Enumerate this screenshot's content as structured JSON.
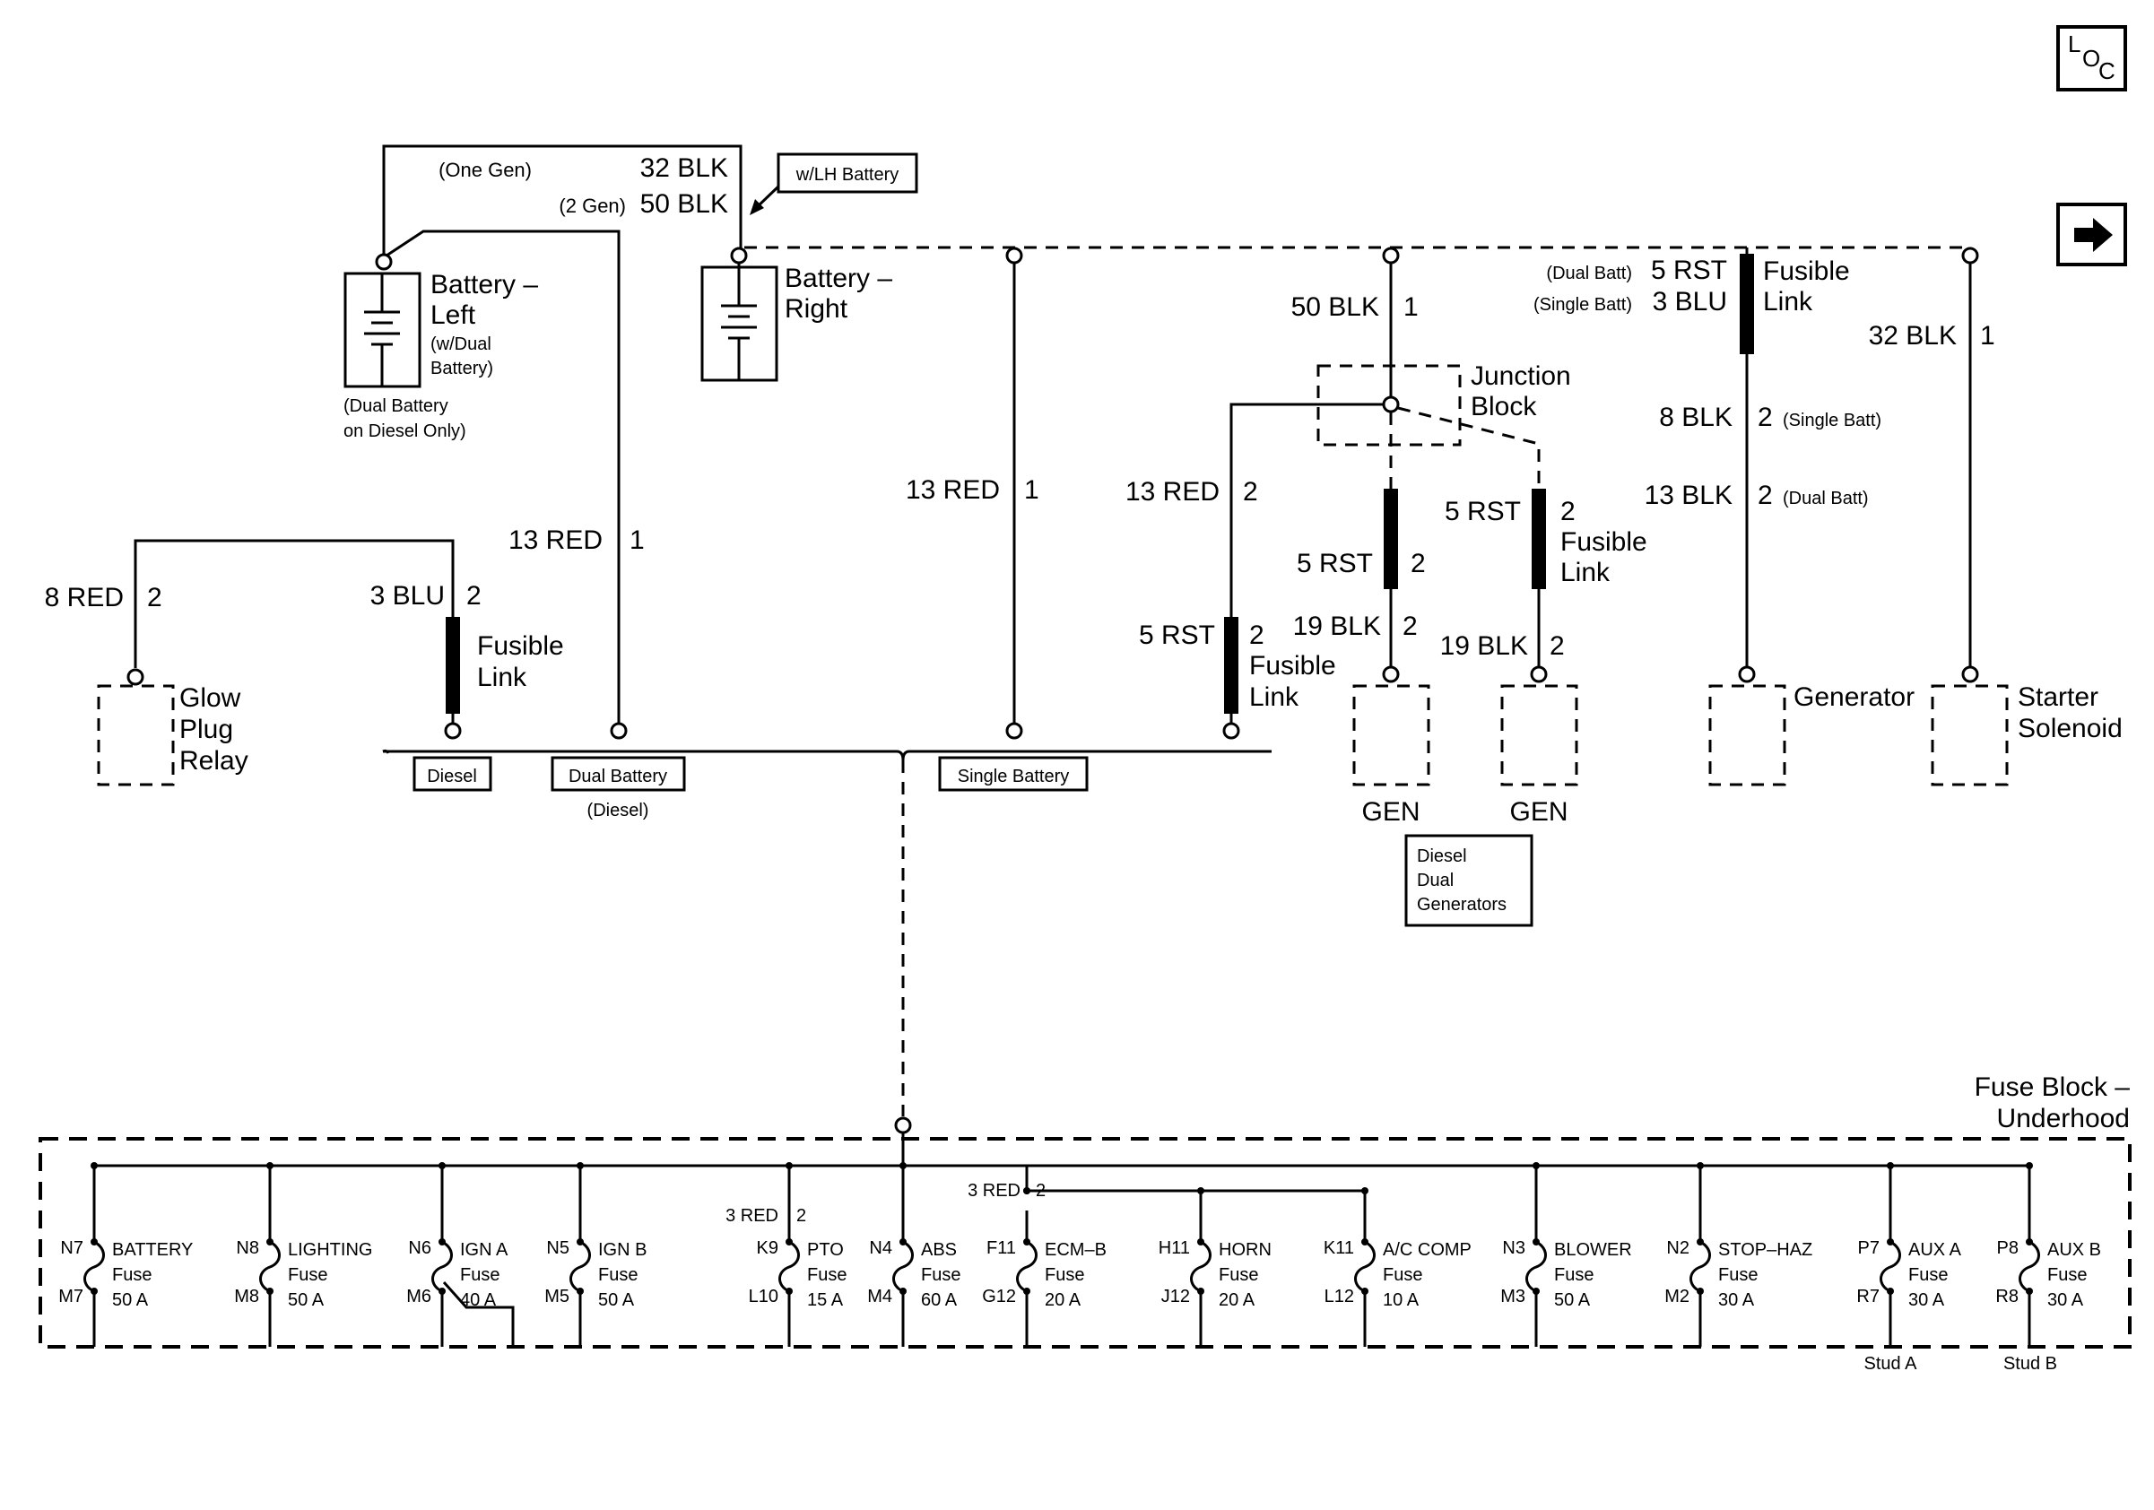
{
  "nav": {
    "loc_l": "L",
    "loc_o": "O",
    "loc_c": "C",
    "next_arrow": "arrow-right-icon"
  },
  "battery_left": {
    "one_gen": "(One Gen)",
    "one_gen_wire": "32 BLK",
    "two_gen": "(2 Gen)",
    "two_gen_wire": "50 BLK",
    "title1": "Battery –",
    "title2": "Left",
    "sub1": "(w/Dual",
    "sub2": "Battery)",
    "note1": "(Dual Battery",
    "note2": "on Diesel Only)"
  },
  "battery_right": {
    "option": "w/LH Battery",
    "title1": "Battery –",
    "title2": "Right"
  },
  "wires": {
    "w13red_left": "13 RED",
    "w13red_left_pin": "1",
    "w8red": "8 RED",
    "w8red_pin": "2",
    "w3blu": "3 BLU",
    "w3blu_pin": "2",
    "fusible1": "Fusible",
    "fusible2": "Link",
    "w13red_mid": "13 RED",
    "w13red_mid_pin": "1",
    "w13red_jb": "13 RED",
    "w13red_jb_pin": "2",
    "w5rst_low": "5 RST",
    "w5rst_low_pin": "2",
    "w50blk": "50 BLK",
    "w50blk_pin": "1",
    "junction1": "Junction",
    "junction2": "Block",
    "w5rst_gen1": "5 RST",
    "w5rst_gen1_pin": "2",
    "w19blk_gen1": "19 BLK",
    "w19blk_gen1_pin": "2",
    "w5rst_gen2": "5 RST",
    "w5rst_gen2_pin": "2",
    "w19blk_gen2": "19 BLK",
    "w19blk_gen2_pin": "2",
    "dual_batt": "(Dual Batt)",
    "dual_batt_wire": "5 RST",
    "single_batt": "(Single Batt)",
    "single_batt_wire": "3 BLU",
    "w8blk": "8 BLK",
    "w8blk_pin": "2",
    "w8blk_note": "(Single Batt)",
    "w13blk": "13 BLK",
    "w13blk_pin": "2",
    "w13blk_note": "(Dual Batt)",
    "w32blk": "32 BLK",
    "w32blk_pin": "1"
  },
  "components": {
    "glow1": "Glow",
    "glow2": "Plug",
    "glow3": "Relay",
    "gen1": "GEN",
    "gen2": "GEN",
    "generator": "Generator",
    "starter1": "Starter",
    "starter2": "Solenoid",
    "diesel_dual1": "Diesel",
    "diesel_dual2": "Dual",
    "diesel_dual3": "Generators"
  },
  "options": {
    "diesel": "Diesel",
    "dual_battery": "Dual Battery",
    "dual_battery_note": "(Diesel)",
    "single_battery": "Single Battery"
  },
  "fuse_block": {
    "title1": "Fuse Block –",
    "title2": "Underhood",
    "pto_wire": "3 RED",
    "pto_pin": "2",
    "ecm_wire": "3 RED",
    "ecm_pin": "2",
    "stud_a": "Stud A",
    "stud_b": "Stud B",
    "fuses": [
      {
        "top": "N7",
        "bot": "M7",
        "name": "BATTERY",
        "type": "Fuse",
        "rating": "50 A"
      },
      {
        "top": "N8",
        "bot": "M8",
        "name": "LIGHTING",
        "type": "Fuse",
        "rating": "50 A"
      },
      {
        "top": "N6",
        "bot": "M6",
        "name": "IGN A",
        "type": "Fuse",
        "rating": "40 A"
      },
      {
        "top": "N5",
        "bot": "M5",
        "name": "IGN B",
        "type": "Fuse",
        "rating": "50 A"
      },
      {
        "top": "K9",
        "bot": "L10",
        "name": "PTO",
        "type": "Fuse",
        "rating": "15 A"
      },
      {
        "top": "N4",
        "bot": "M4",
        "name": "ABS",
        "type": "Fuse",
        "rating": "60 A"
      },
      {
        "top": "F11",
        "bot": "G12",
        "name": "ECM–B",
        "type": "Fuse",
        "rating": "20 A"
      },
      {
        "top": "H11",
        "bot": "J12",
        "name": "HORN",
        "type": "Fuse",
        "rating": "20 A"
      },
      {
        "top": "K11",
        "bot": "L12",
        "name": "A/C COMP",
        "type": "Fuse",
        "rating": "10 A"
      },
      {
        "top": "N3",
        "bot": "M3",
        "name": "BLOWER",
        "type": "Fuse",
        "rating": "50 A"
      },
      {
        "top": "N2",
        "bot": "M2",
        "name": "STOP–HAZ",
        "type": "Fuse",
        "rating": "30 A"
      },
      {
        "top": "P7",
        "bot": "R7",
        "name": "AUX A",
        "type": "Fuse",
        "rating": "30 A"
      },
      {
        "top": "P8",
        "bot": "R8",
        "name": "AUX B",
        "type": "Fuse",
        "rating": "30 A"
      }
    ]
  }
}
